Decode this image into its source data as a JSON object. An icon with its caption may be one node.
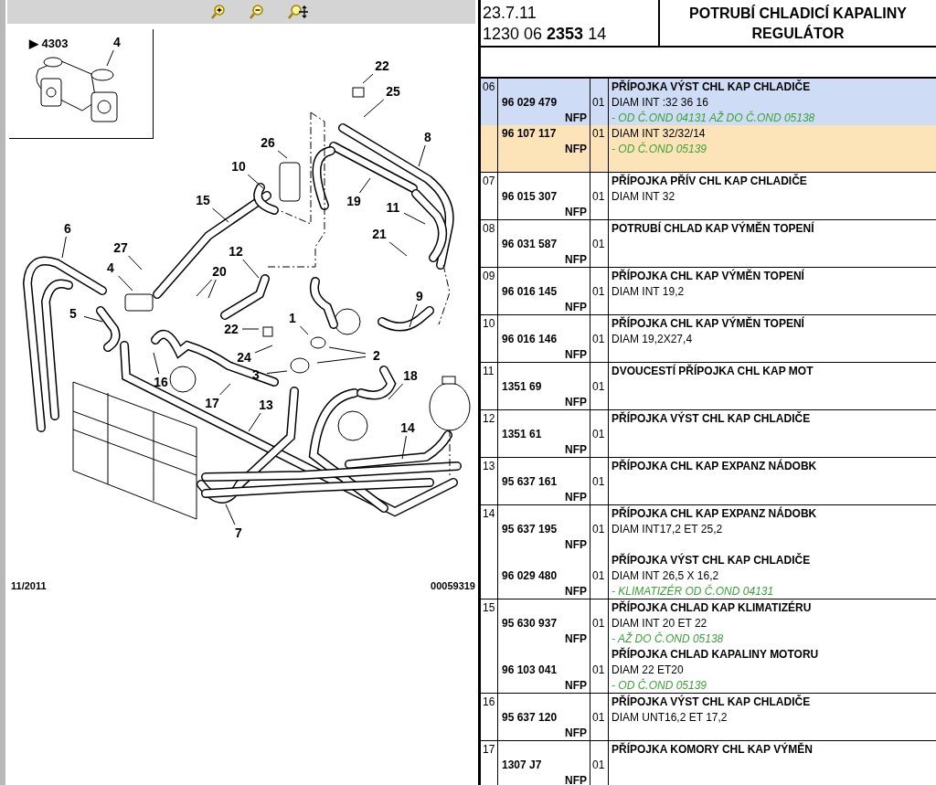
{
  "diagram": {
    "title": "POTRUBÍ CHLADICÍ KAPALINY REGULÁTOR",
    "nodes": [
      {
        "text": [
          "4"
        ]
      },
      {
        "text": [
          "22"
        ]
      },
      {
        "text": [
          "25"
        ]
      },
      {
        "text": [
          "8"
        ]
      },
      {
        "text": [
          "26"
        ]
      },
      {
        "text": [
          "10"
        ]
      },
      {
        "text": [
          "19"
        ]
      },
      {
        "text": [
          "15"
        ]
      },
      {
        "text": [
          "11"
        ]
      },
      {
        "text": [
          "6"
        ]
      },
      {
        "text": [
          "21"
        ]
      },
      {
        "text": [
          "27"
        ]
      },
      {
        "text": [
          "12"
        ]
      },
      {
        "text": [
          "4"
        ]
      },
      {
        "text": [
          "20"
        ]
      },
      {
        "text": [
          "9"
        ]
      },
      {
        "text": [
          "5"
        ]
      },
      {
        "text": [
          "1"
        ]
      },
      {
        "text": [
          "22"
        ]
      },
      {
        "text": [
          "24"
        ]
      },
      {
        "text": [
          "2"
        ]
      },
      {
        "text": [
          "3"
        ]
      },
      {
        "text": [
          "16"
        ]
      },
      {
        "text": [
          "18"
        ]
      },
      {
        "text": [
          "17"
        ]
      },
      {
        "text": [
          "13"
        ]
      },
      {
        "text": [
          "14"
        ]
      },
      {
        "text": [
          "7"
        ]
      }
    ],
    "edges": [
      {
        "from": 0,
        "to": null,
        "arrow": "none"
      },
      {
        "from": 1,
        "to": null,
        "arrow": "none"
      },
      {
        "from": 2,
        "to": null,
        "arrow": "none"
      },
      {
        "from": 3,
        "to": null,
        "arrow": "none"
      },
      {
        "from": 4,
        "to": null,
        "arrow": "none"
      },
      {
        "from": 5,
        "to": null,
        "arrow": "none"
      },
      {
        "from": 6,
        "to": null,
        "arrow": "none"
      },
      {
        "from": 7,
        "to": null,
        "arrow": "none"
      },
      {
        "from": 8,
        "to": null,
        "arrow": "none"
      },
      {
        "from": 9,
        "to": null,
        "arrow": "none"
      },
      {
        "from": 10,
        "to": null,
        "arrow": "none"
      },
      {
        "from": 11,
        "to": null,
        "arrow": "none"
      },
      {
        "from": 12,
        "to": null,
        "arrow": "none"
      },
      {
        "from": 13,
        "to": null,
        "arrow": "none"
      },
      {
        "from": 14,
        "to": null,
        "arrow": "none"
      },
      {
        "from": 14,
        "to": null,
        "arrow": "none"
      },
      {
        "from": 15,
        "to": null,
        "arrow": "none"
      },
      {
        "from": 16,
        "to": null,
        "arrow": "none"
      },
      {
        "from": 17,
        "to": null,
        "arrow": "none"
      },
      {
        "from": 18,
        "to": null,
        "arrow": "none"
      },
      {
        "from": 19,
        "to": null,
        "arrow": "none"
      },
      {
        "from": 20,
        "to": null,
        "arrow": "none"
      },
      {
        "from": 20,
        "to": null,
        "arrow": "none"
      },
      {
        "from": 21,
        "to": null,
        "arrow": "none"
      },
      {
        "from": 22,
        "to": null,
        "arrow": "none"
      },
      {
        "from": 23,
        "to": null,
        "arrow": "none"
      },
      {
        "from": 24,
        "to": null,
        "arrow": "none"
      },
      {
        "from": 25,
        "to": null,
        "arrow": "none"
      },
      {
        "from": 26,
        "to": null,
        "arrow": "none"
      },
      {
        "from": 27,
        "to": null,
        "arrow": "none"
      }
    ],
    "labels": [
      "▶ 4303",
      "11/2011",
      "00059319",
      "23.7.11",
      "1230 06 **2353** 14",
      "06",
      "96 029 479",
      "01",
      "NFP",
      "PŘÍPOJKA VÝST CHL KAP CHLADIČE",
      "DIAM INT :32 36 16",
      "- OD Č.OND 04131 AŽ DO Č.OND 05138",
      "96 107 117",
      "01",
      "NFP",
      "DIAM INT 32/32/14",
      "- OD Č.OND 05139",
      "07",
      "96 015 307",
      "01",
      "NFP",
      "PŘÍPOJKA PŘÍV CHL KAP CHLADIČE",
      "DIAM INT 32",
      "08",
      "96 031 587",
      "01",
      "NFP",
      "POTRUBÍ CHLAD KAP VÝMĚN TOPENÍ",
      "09",
      "96 016 145",
      "01",
      "NFP",
      "PŘÍPOJKA CHL KAP VÝMĚN TOPENÍ",
      "DIAM INT 19,2",
      "10",
      "96 016 146",
      "01",
      "NFP",
      "PŘÍPOJKA CHL KAP VÝMĚN TOPENÍ",
      "DIAM 19,2X27,4",
      "11",
      "1351 69",
      "01",
      "NFP",
      "DVOUCESTÍ PŘÍPOJKA CHL KAP MOT",
      "12",
      "1351 61",
      "01",
      "NFP",
      "PŘÍPOJKA VÝST CHL KAP CHLADIČE",
      "13",
      "95 637 161",
      "01",
      "NFP",
      "PŘÍPOJKA CHL KAP EXPANZ NÁDOBK",
      "14",
      "95 637 195",
      "01",
      "NFP",
      "PŘÍPOJKA CHL KAP EXPANZ NÁDOBK",
      "DIAM INT17,2 ET 25,2",
      "96 029 480",
      "01",
      "NFP",
      "PŘÍPOJKA VÝST CHL KAP CHLADIČE",
      "DIAM INT 26,5 X 16,2",
      "- KLIMATIZÉR OD Č.OND 04131",
      "15",
      "95 630 937",
      "01",
      "NFP",
      "PŘÍPOJKA CHLAD KAP KLIMATIZÉRU",
      "DIAM INT 20 ET 22",
      "- AŽ DO Č.OND 05138",
      "96 103 041",
      "01",
      "NFP",
      "PŘÍPOJKA CHLAD KAPALINY MOTORU",
      "DIAM 22 ET20",
      "- OD Č.OND 05139",
      "16",
      "95 637 120",
      "01",
      "NFP",
      "PŘÍPOJKA VÝST CHL KAP CHLADIČE",
      "DIAM UNT16,2 ET 17,2",
      "17",
      "1307 J7",
      "01",
      "NFP",
      "PŘÍPOJKA KOMORY CHL KAP VÝMĚN"
    ]
  }
}
